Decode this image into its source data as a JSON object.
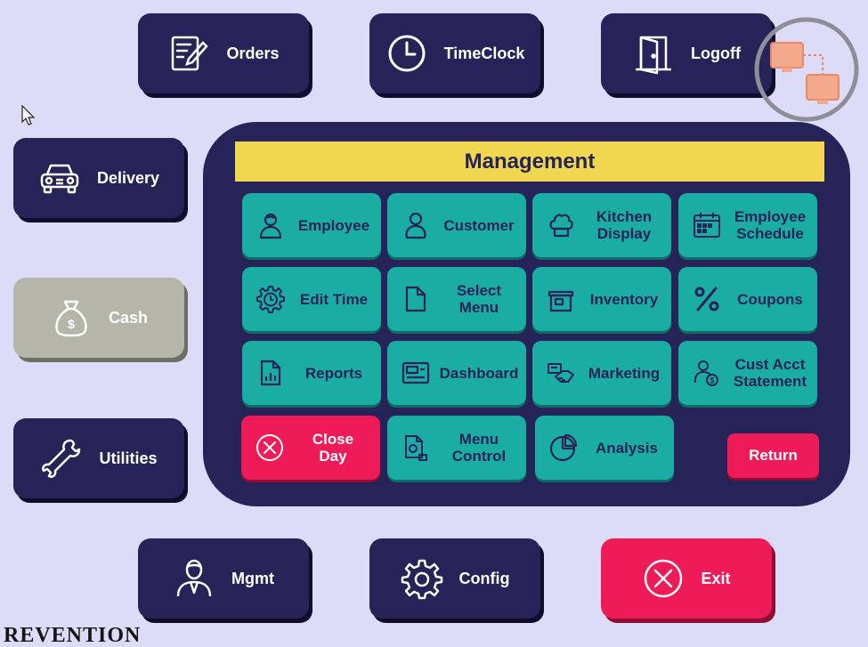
{
  "nav": {
    "orders": "Orders",
    "timeclock": "TimeClock",
    "logoff": "Logoff",
    "delivery": "Delivery",
    "cash": "Cash",
    "utilities": "Utilities",
    "mgmt": "Mgmt",
    "config": "Config",
    "exit": "Exit"
  },
  "management": {
    "title": "Management",
    "tiles": [
      {
        "label": "Employee",
        "icon": "person-icon"
      },
      {
        "label": "Customer",
        "icon": "customer-icon"
      },
      {
        "label": "Kitchen\nDisplay",
        "icon": "chef-hat-icon"
      },
      {
        "label": "Employee\nSchedule",
        "icon": "calendar-icon"
      },
      {
        "label": "Edit Time",
        "icon": "gear-clock-icon"
      },
      {
        "label": "Select\nMenu",
        "icon": "document-icon"
      },
      {
        "label": "Inventory",
        "icon": "box-icon"
      },
      {
        "label": "Coupons",
        "icon": "percent-icon"
      },
      {
        "label": "Reports",
        "icon": "report-icon"
      },
      {
        "label": "Dashboard",
        "icon": "dashboard-icon"
      },
      {
        "label": "Marketing",
        "icon": "handshake-icon"
      },
      {
        "label": "Cust Acct\nStatement",
        "icon": "account-statement-icon"
      },
      {
        "label": "Close\nDay",
        "icon": "close-circle-icon"
      },
      {
        "label": "Menu\nControl",
        "icon": "menu-control-icon"
      },
      {
        "label": "Analysis",
        "icon": "pie-chart-icon"
      }
    ],
    "return": "Return"
  },
  "brand": "REVENTION"
}
